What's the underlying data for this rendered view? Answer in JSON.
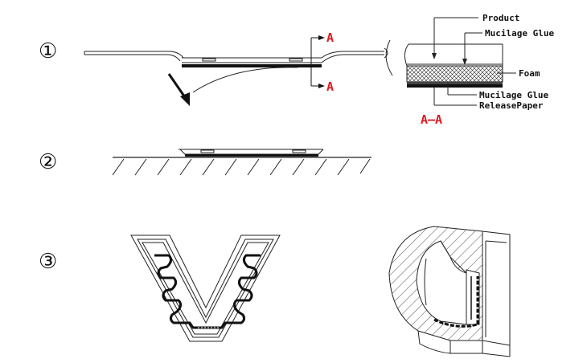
{
  "steps": [
    "①",
    "②",
    "③"
  ],
  "section_marker": "A",
  "section_title": "A—A",
  "layers": {
    "product": "Product",
    "glue_top": "Mucilage Glue",
    "foam": "Foam",
    "glue_bottom": "Mucilage Glue",
    "release": "ReleasePaper"
  },
  "colors": {
    "accent": "#e0191e",
    "ink": "#222222"
  }
}
